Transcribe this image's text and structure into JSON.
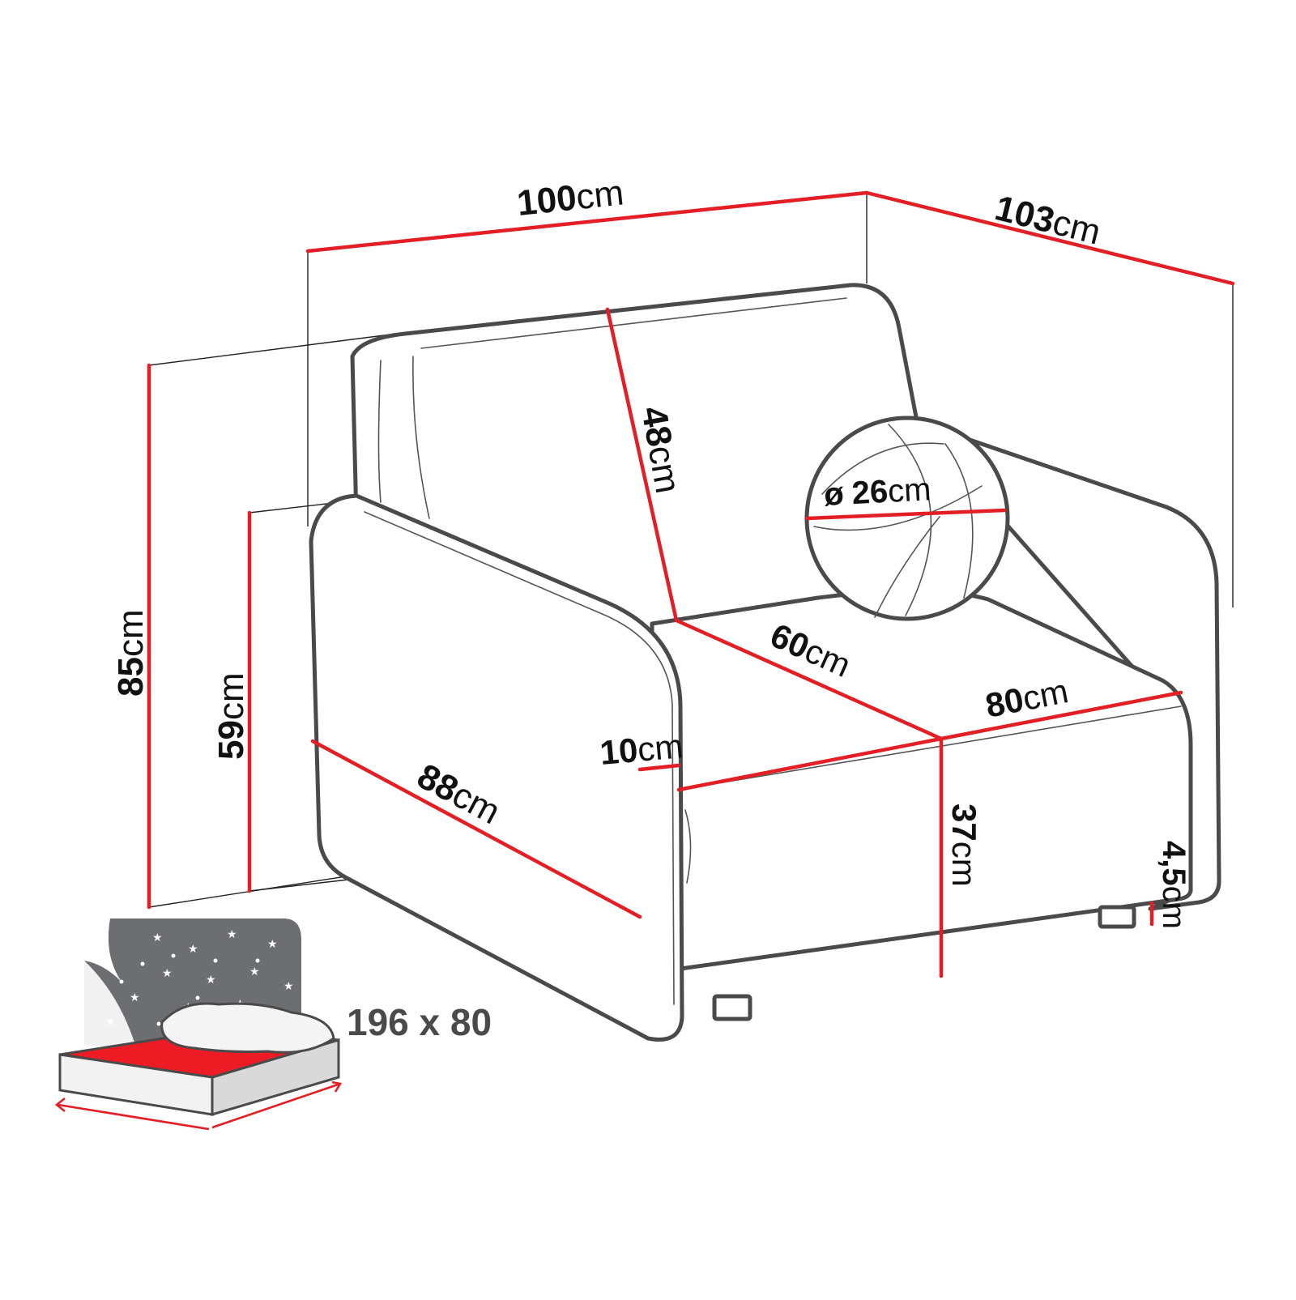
{
  "unit": "cm",
  "colors": {
    "dimension": "#e31e24",
    "outline": "#4a4a4a",
    "mattress_top": "#ed1c24",
    "night_sky": "#6d6e71"
  },
  "dimensions": {
    "width": {
      "value": "100",
      "unit": "cm"
    },
    "depth": {
      "value": "103",
      "unit": "cm"
    },
    "backrest": {
      "value": "48",
      "unit": "cm"
    },
    "pillow_diameter": {
      "symbol": "ø",
      "value": "26",
      "unit": "cm"
    },
    "total_height": {
      "value": "85",
      "unit": "cm"
    },
    "armrest_height": {
      "value": "59",
      "unit": "cm"
    },
    "seat_depth": {
      "value": "60",
      "unit": "cm"
    },
    "seat_width": {
      "value": "80",
      "unit": "cm"
    },
    "armrest_width": {
      "value": "10",
      "unit": "cm"
    },
    "armrest_length": {
      "value": "88",
      "unit": "cm"
    },
    "seat_height": {
      "value": "37",
      "unit": "cm"
    },
    "leg_height": {
      "value": "4,5",
      "unit": "cm"
    }
  },
  "sleeping_area": {
    "label": "196 x 80",
    "icon": "bed-night-icon"
  }
}
